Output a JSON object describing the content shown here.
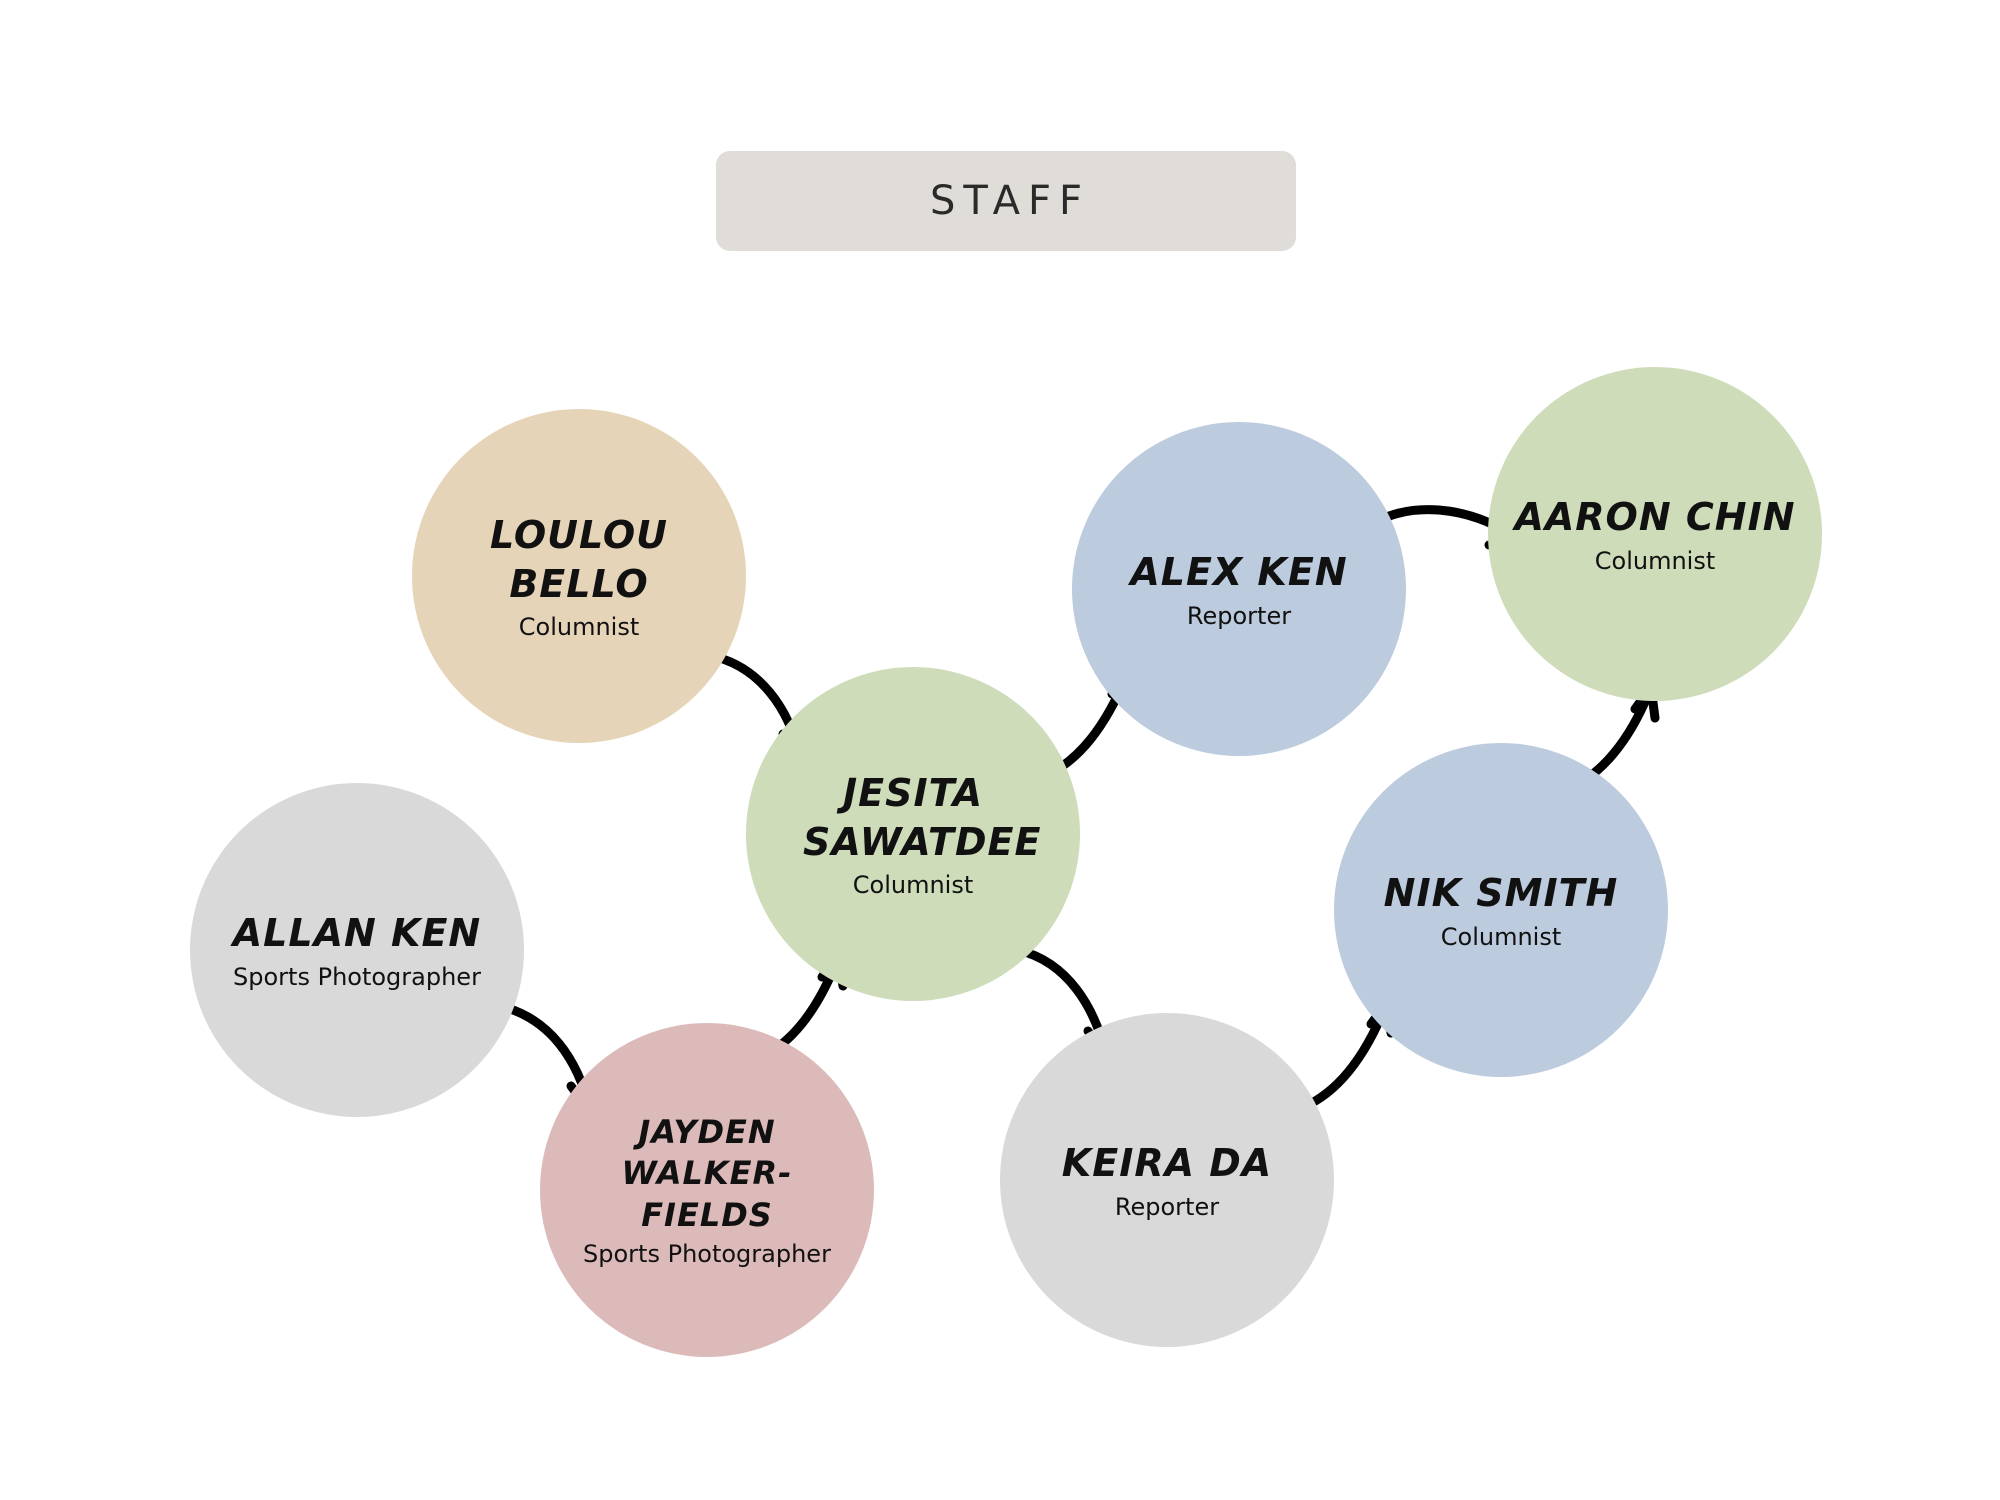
{
  "title": "STAFF",
  "colors": {
    "tan": "#e6d4b9",
    "green": "#cedcba",
    "blue": "#bccbdd",
    "gray": "#d9d9d9",
    "pink": "#ddbaba",
    "title_bg": "#e0dcd8",
    "arrow": "#000000"
  },
  "nodes": [
    {
      "id": "loulou-bello",
      "name": "LOULOU BELLO",
      "role": "Columnist",
      "color": "tan"
    },
    {
      "id": "jesita-sawatdee",
      "name": "JESITA SAWATDEE",
      "role": "Columnist",
      "color": "green"
    },
    {
      "id": "allan-ken",
      "name": "ALLAN KEN",
      "role": "Sports Photographer",
      "color": "gray"
    },
    {
      "id": "jayden-walker-fields",
      "name": "JAYDEN WALKER-FIELDS",
      "role": "Sports Photographer",
      "color": "pink"
    },
    {
      "id": "alex-ken",
      "name": "ALEX KEN",
      "role": "Reporter",
      "color": "blue"
    },
    {
      "id": "aaron-chin",
      "name": "AARON CHIN",
      "role": "Columnist",
      "color": "green"
    },
    {
      "id": "keira-da",
      "name": "KEIRA DA",
      "role": "Reporter",
      "color": "gray"
    },
    {
      "id": "nik-smith",
      "name": "NIK SMITH",
      "role": "Columnist",
      "color": "blue"
    }
  ],
  "edges": [
    {
      "from": "loulou-bello",
      "to": "jesita-sawatdee"
    },
    {
      "from": "allan-ken",
      "to": "jayden-walker-fields"
    },
    {
      "from": "jayden-walker-fields",
      "to": "jesita-sawatdee"
    },
    {
      "from": "jesita-sawatdee",
      "to": "alex-ken"
    },
    {
      "from": "alex-ken",
      "to": "aaron-chin"
    },
    {
      "from": "jesita-sawatdee",
      "to": "keira-da"
    },
    {
      "from": "keira-da",
      "to": "nik-smith"
    },
    {
      "from": "nik-smith",
      "to": "aaron-chin"
    }
  ]
}
